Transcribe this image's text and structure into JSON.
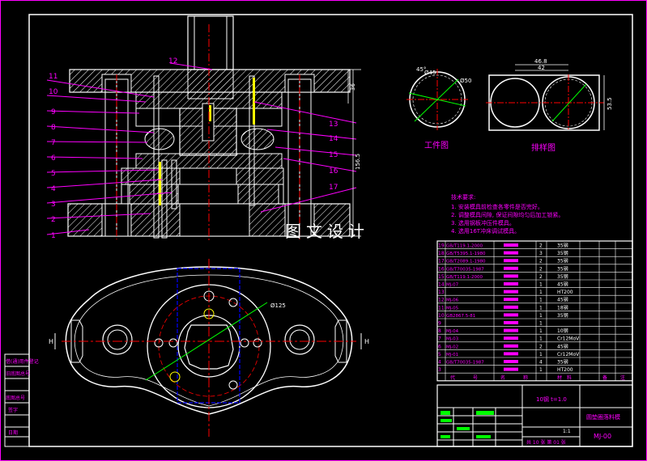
{
  "watermark": "图文设计",
  "part_numbers": [
    "1",
    "2",
    "3",
    "4",
    "5",
    "6",
    "7",
    "8",
    "9",
    "10",
    "11",
    "12",
    "13",
    "14",
    "15",
    "16",
    "17"
  ],
  "dimensions": {
    "height_main": "156.5",
    "top_small": "36",
    "workpiece_d1": "Ø45",
    "workpiece_d2": "Ø50",
    "workpiece_angle": "45°",
    "strip_width": "46.8",
    "strip_pitch": "42",
    "strip_total": "53.5",
    "plan_dia": "Ø125",
    "h_left": "H",
    "h_right": "H"
  },
  "views": {
    "workpiece_title": "工件图",
    "strip_title": "排样图"
  },
  "tech_requirements": {
    "title": "技术要求:",
    "items": [
      "1. 安装模具前检查各零件是否完好。",
      "2. 调整模具间隙, 保证间隙均匀后加工锁紧。",
      "3. 选用钢板冲压件模具。",
      "4. 选用16T冲床调试模具。"
    ]
  },
  "bom": {
    "rows": [
      {
        "no": "19",
        "std": "GB/T119.1-2000",
        "qty": "2",
        "mat": "35钢"
      },
      {
        "no": "18",
        "std": "GB/T5395.1-1980",
        "qty": "3",
        "mat": "35钢"
      },
      {
        "no": "17",
        "std": "GB/T2089.1-1980",
        "qty": "2",
        "mat": "35钢"
      },
      {
        "no": "16",
        "std": "GB/T70035-1987",
        "qty": "2",
        "mat": "35钢"
      },
      {
        "no": "15",
        "std": "GB/T119.1-2000",
        "qty": "2",
        "mat": "35钢"
      },
      {
        "no": "14",
        "std": "MJ-07",
        "qty": "1",
        "mat": "45钢"
      },
      {
        "no": "13",
        "std": "",
        "qty": "1",
        "mat": "HT200"
      },
      {
        "no": "12",
        "std": "MJ-06",
        "qty": "1",
        "mat": "45钢"
      },
      {
        "no": "11",
        "std": "MJ-05",
        "qty": "1",
        "mat": "18钢"
      },
      {
        "no": "10",
        "std": "GB2867.5-81",
        "qty": "1",
        "mat": "35钢"
      },
      {
        "no": "9",
        "std": "",
        "qty": "1",
        "mat": ""
      },
      {
        "no": "8",
        "std": "MJ-04",
        "qty": "1",
        "mat": "10钢"
      },
      {
        "no": "7",
        "std": "MJ-03",
        "qty": "1",
        "mat": "Cr12MoV"
      },
      {
        "no": "6",
        "std": "MJ-02",
        "qty": "2",
        "mat": "45钢"
      },
      {
        "no": "5",
        "std": "MJ-01",
        "qty": "1",
        "mat": "Cr12MoV"
      },
      {
        "no": "4",
        "std": "GB/T70035-1987",
        "qty": "4",
        "mat": "35钢"
      },
      {
        "no": "3",
        "std": "",
        "qty": "1",
        "mat": "HT200"
      }
    ],
    "header": [
      "代",
      "号",
      "名",
      "称",
      "材",
      "料",
      "备",
      "注"
    ]
  },
  "title_block": {
    "material_note": "10钢 t=1.0",
    "drawing_name": "圆垫圈落料模",
    "drawing_no": "MJ-00",
    "scale": "1:1",
    "sheet": "共 10 张   第 01 张",
    "left_tabs": [
      "借(通)用件登记",
      "旧底图总号",
      "底图总号",
      "签字",
      "日期"
    ]
  },
  "colors": {
    "border": "#ffffff",
    "leader": "#ff00ff",
    "center": "#ff0000",
    "hatch": "#ffffff",
    "dim": "#00ff00",
    "hidden": "#0000ff",
    "tech": "#ff00ff",
    "pin": "#ffff00"
  }
}
